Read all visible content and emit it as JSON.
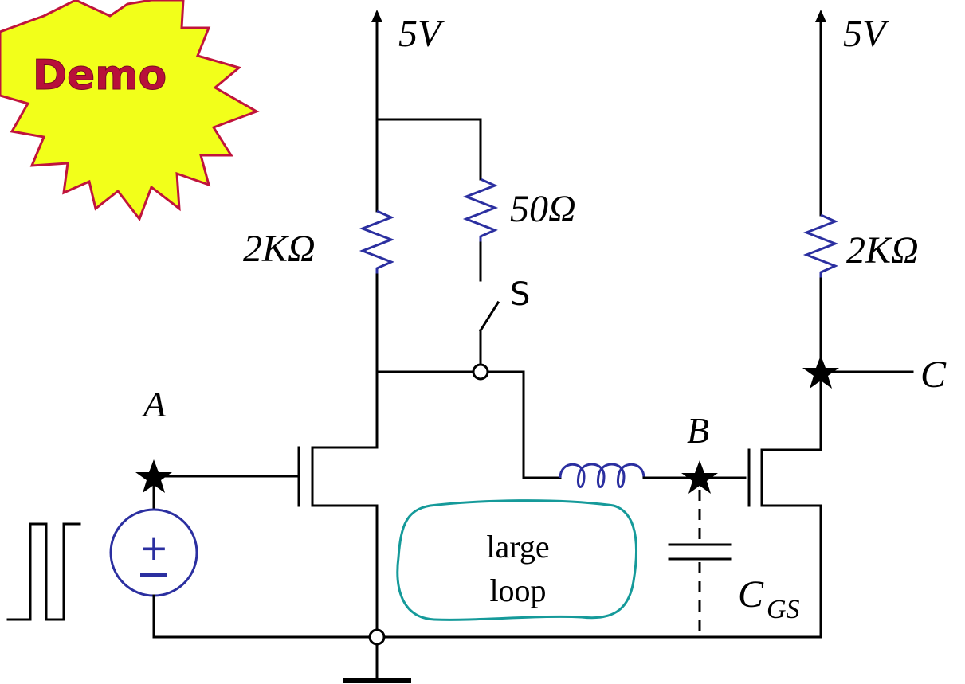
{
  "badge": {
    "text": "Demo",
    "fill": "#f2ff1a",
    "stroke": "#c0143c",
    "text_color": "#b8103a"
  },
  "colors": {
    "wire": "#000000",
    "component": "#2b2fa0",
    "loop": "#159a9a"
  },
  "labels": {
    "supply_left": "5V",
    "supply_right": "5V",
    "res_left": "2KΩ",
    "res_mid": "50Ω",
    "res_right": "2KΩ",
    "switch": "S",
    "node_a": "A",
    "node_b": "B",
    "node_c": "C",
    "cgs_main": "C",
    "cgs_sub": "GS",
    "loop_line1": "large",
    "loop_line2": "loop",
    "source_plus": "+",
    "source_minus": "−"
  }
}
